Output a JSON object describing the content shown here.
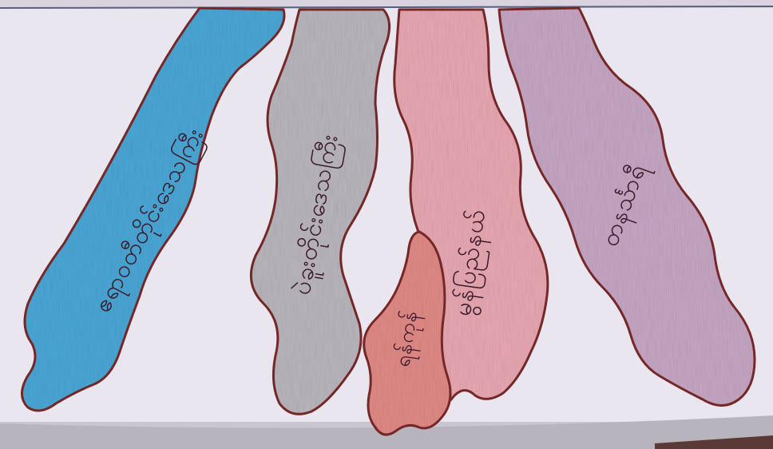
{
  "drawing": {
    "outline_color": "#7a2a2a",
    "paper_color": "#e9e6ef",
    "shapes": [
      {
        "name": "blue-region",
        "color": "#4aa7d6",
        "label": "ဧရာဝတီတိုင်းဒေသကြီး"
      },
      {
        "name": "gray-region",
        "color": "#b9b6bd",
        "label": "ပဲခူးတိုင်းဒေသကြီး"
      },
      {
        "name": "small-red-region",
        "color": "#e18a86",
        "label": "ရန်ကုန်"
      },
      {
        "name": "pink-region",
        "color": "#e8a8b2",
        "label": "မွန်ပြည်နယ်"
      },
      {
        "name": "purple-region",
        "color": "#c6a6c4",
        "label": "တနင်္သာရီ"
      }
    ]
  }
}
